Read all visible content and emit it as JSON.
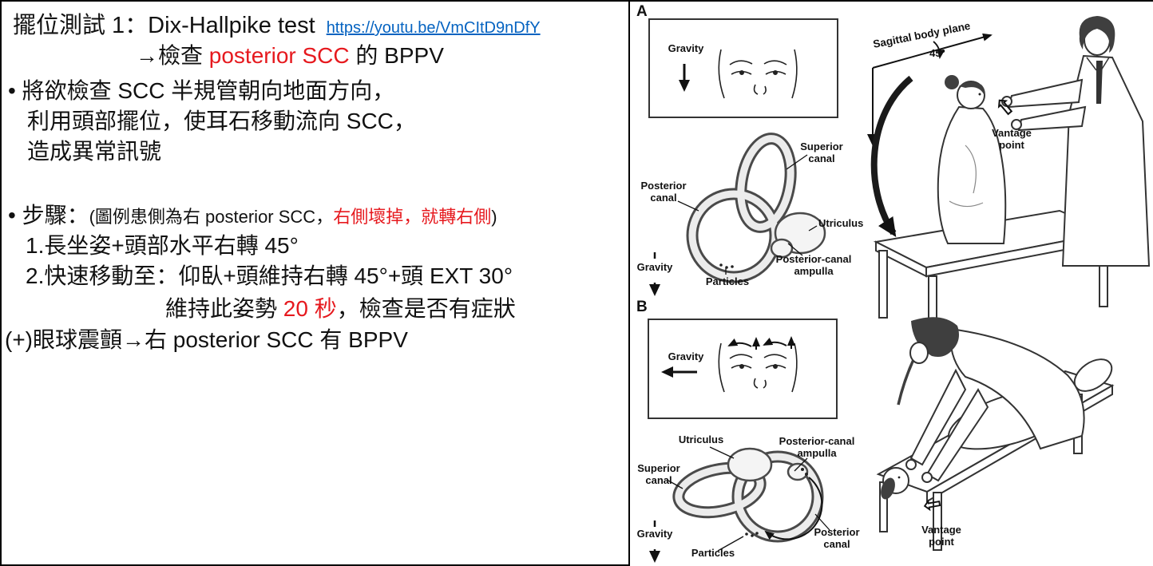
{
  "colors": {
    "accent_red": "#e6191e",
    "link_blue": "#0563c1",
    "ink": "#111111"
  },
  "slide": {
    "title": "擺位測試 1：Dix-Hallpike test",
    "link_url": "https://youtu.be/VmCItD9nDfY",
    "subtitle": {
      "pre": "→檢查 ",
      "red": "posterior SCC",
      "post": " 的 BPPV"
    },
    "bullet1": {
      "line1": "• 將欲檢查 SCC 半規管朝向地面方向，",
      "line2": "利用頭部擺位，使耳石移動流向 SCC，",
      "line3": "造成異常訊號"
    },
    "steps": {
      "header": {
        "label": "• 步驟：",
        "paren_open": "(圖例患側為右 posterior SCC，",
        "red": "右側壞掉，就轉右側",
        "paren_close": ")"
      },
      "step1": "1.長坐姿+頭部水平右轉 45°",
      "step2": "2.快速移動至：仰臥+頭維持右轉 45°+頭 EXT 30°",
      "hold": {
        "pre": "維持此姿勢 ",
        "red": "20 秒",
        "post": "，檢查是否有症狀"
      }
    },
    "result": "(+)眼球震顫→右 posterior SCC 有 BPPV"
  },
  "figure": {
    "panel_a": {
      "label": "A",
      "box_gravity": "Gravity",
      "superior_canal": "Superior\ncanal",
      "posterior_canal": "Posterior\ncanal",
      "utriculus": "Utriculus",
      "ampulla": "Posterior-canal\nampulla",
      "particles": "Particles",
      "gravity": "Gravity",
      "sagittal_plane": "Sagittal body plane",
      "angle": "45°",
      "vantage": "Vantage\npoint"
    },
    "panel_b": {
      "label": "B",
      "box_gravity": "Gravity",
      "utriculus": "Utriculus",
      "ampulla": "Posterior-canal\nampulla",
      "superior_canal": "Superior\ncanal",
      "posterior_canal": "Posterior\ncanal",
      "particles": "Particles",
      "gravity": "Gravity",
      "vantage": "Vantage\npoint"
    }
  }
}
